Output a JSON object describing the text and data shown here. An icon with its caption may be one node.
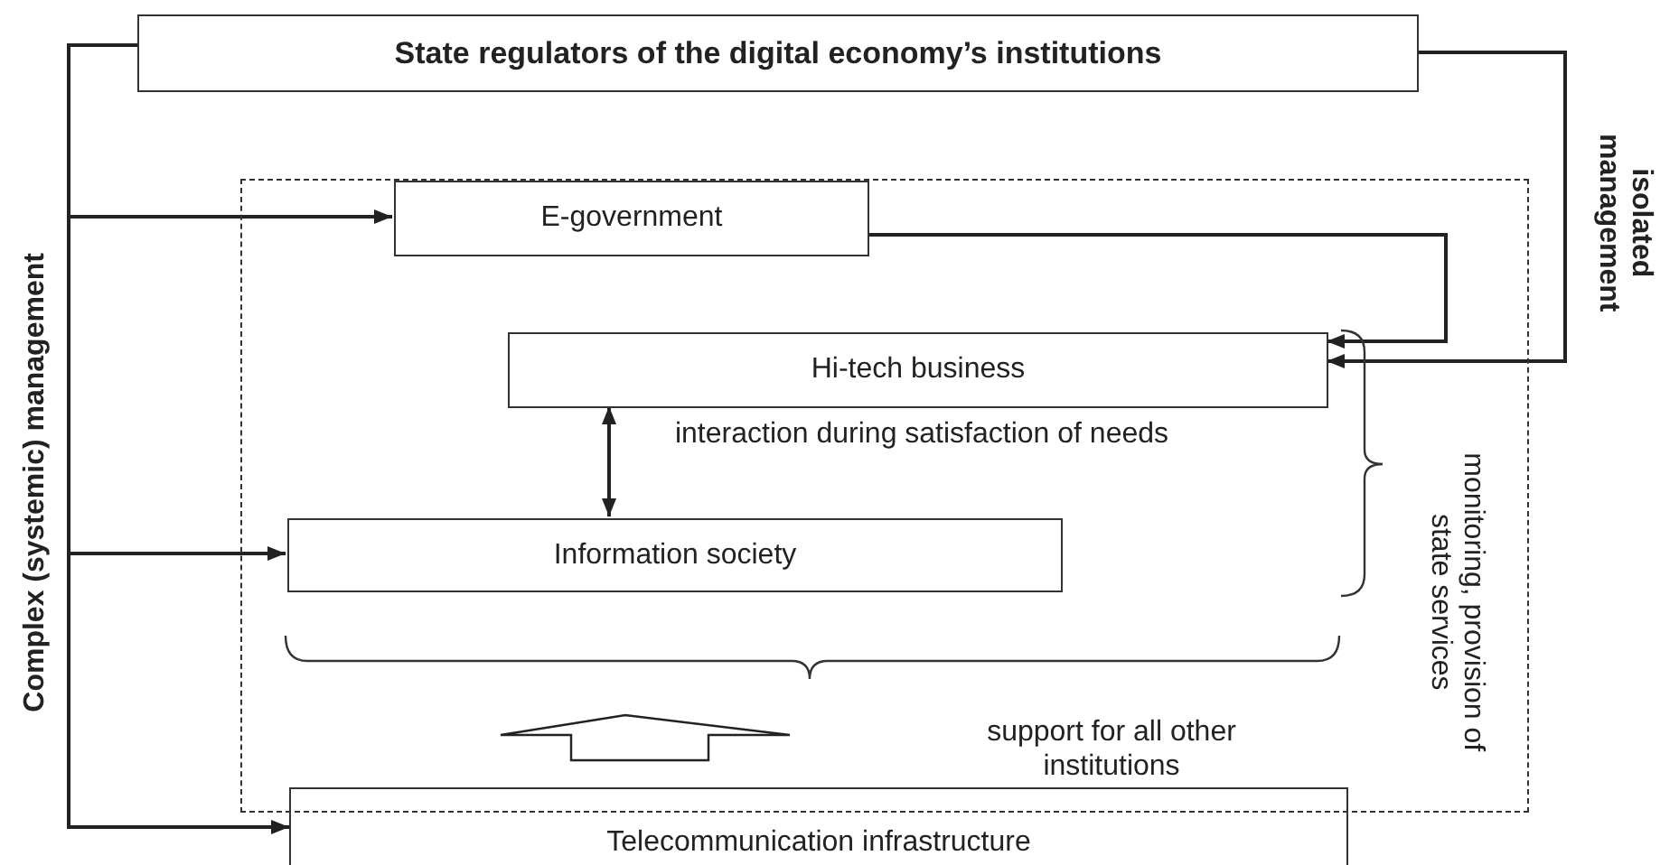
{
  "diagram": {
    "nodes": [
      {
        "text": [
          "State regulators of the digital economy’s institutions"
        ]
      },
      {
        "text": [],
        "shape": "box"
      },
      {
        "text": [
          "E-government"
        ],
        "in": 1
      },
      {
        "text": [
          "Hi-tech business"
        ],
        "in": 1
      },
      {
        "text": [
          "Information society"
        ],
        "in": 1
      },
      {
        "text": [
          "Telecommunication infrastructure"
        ]
      }
    ],
    "edges": [
      {
        "from": 0,
        "to": 2,
        "arrow": "to"
      },
      {
        "from": 0,
        "to": 4,
        "arrow": "to"
      },
      {
        "from": 0,
        "to": 5,
        "arrow": "to"
      },
      {
        "from": 0,
        "to": 3,
        "arrow": "to",
        "label": "isolated management"
      },
      {
        "from": 2,
        "to": 3,
        "arrow": "to"
      },
      {
        "from": 3,
        "to": 4,
        "arrow": "both",
        "label": "interaction during satisfaction of needs"
      },
      {
        "from": 5,
        "to": null,
        "arrow": "to"
      }
    ],
    "labels": [
      "Complex (systemic) management",
      "monitoring, provision of state services",
      "support for all other institutions"
    ]
  }
}
